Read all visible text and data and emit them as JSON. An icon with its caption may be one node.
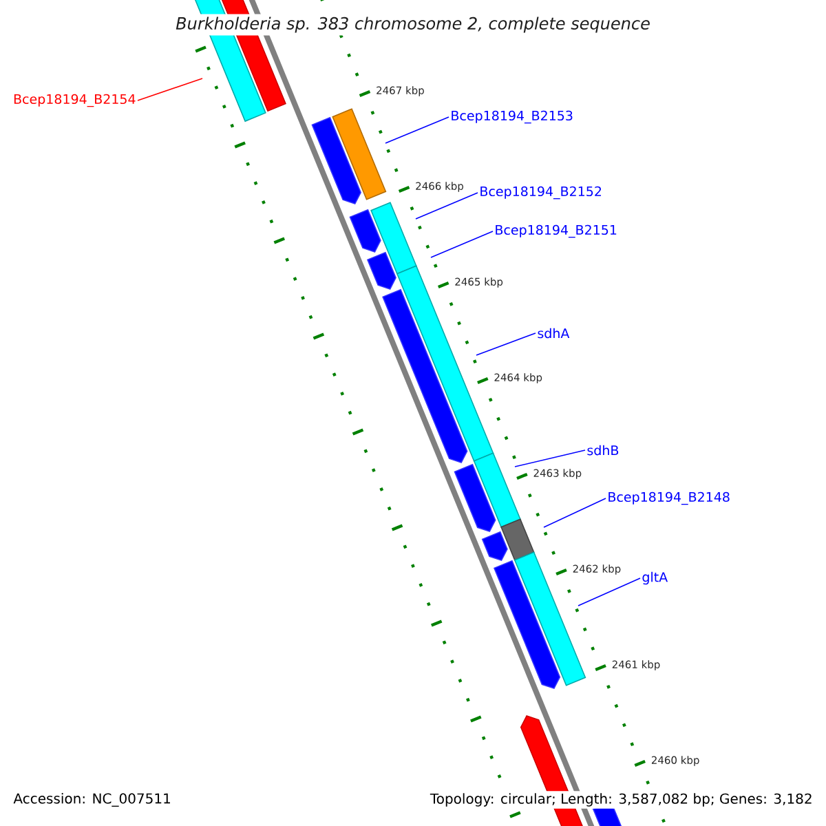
{
  "diagram": {
    "title": "Burkholderia sp. 383 chromosome 2, complete sequence",
    "nodes": [
      {
        "text": [
          "Bcep18194_B2154"
        ]
      },
      {
        "text": [
          "Bcep18194_B2153"
        ]
      },
      {
        "text": [
          "Bcep18194_B2152"
        ]
      },
      {
        "text": [
          "Bcep18194_B2151"
        ]
      },
      {
        "text": [
          "sdhA"
        ]
      },
      {
        "text": [
          "sdhB"
        ]
      },
      {
        "text": [
          "Bcep18194_B2148"
        ]
      },
      {
        "text": [
          "gltA"
        ]
      }
    ],
    "edges": [
      {
        "from": 0,
        "to": null,
        "arrow": "none",
        "color": "#ff0000"
      },
      {
        "from": 1,
        "to": null,
        "arrow": "none"
      },
      {
        "from": 2,
        "to": null,
        "arrow": "none"
      },
      {
        "from": 3,
        "to": null,
        "arrow": "none"
      },
      {
        "from": 4,
        "to": null,
        "arrow": "none"
      },
      {
        "from": 5,
        "to": null,
        "arrow": "none"
      },
      {
        "from": 6,
        "to": null,
        "arrow": "none"
      },
      {
        "from": 7,
        "to": null,
        "arrow": "none"
      }
    ],
    "labels": [
      "2467 kbp",
      "2466 kbp",
      "2465 kbp",
      "2464 kbp",
      "2463 kbp",
      "2462 kbp",
      "2461 kbp",
      "2460 kbp",
      "Accession: NC_007511",
      "Topology: circular; Length: 3,587,082 bp; Genes: 3,182"
    ]
  }
}
